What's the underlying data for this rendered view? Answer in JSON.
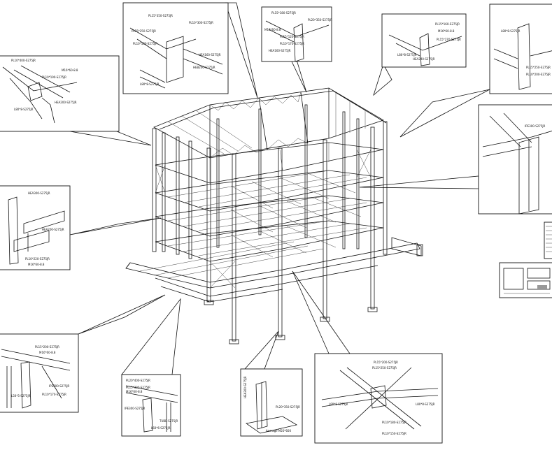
{
  "drawing": {
    "details": [
      {
        "id": "d1",
        "labels": [
          "PL10*400-S275JR",
          "PL10*190-S275JR",
          "M16*60-8.8",
          "HEA200-S275JR",
          "L80*8-S275JR"
        ]
      },
      {
        "id": "d2",
        "labels": [
          "PL15*350-S275JR",
          "PL10*300-S275JR",
          "PL15*250-S275JR",
          "PL10*180-S275JR",
          "HEB200-S275JR",
          "L80*8-S275JR",
          "HEA160-S275JR"
        ]
      },
      {
        "id": "d3",
        "labels": [
          "PL15*180-S275JR",
          "M16*60-8.8",
          "PL15*120-S275JR",
          "PL10*170-S275JR",
          "HEA160-S275JR",
          "PL20*350-S275JR"
        ]
      },
      {
        "id": "d4",
        "labels": [
          "PL15*160-S275JR",
          "M16*60-8.8",
          "PL15*270-S275JR",
          "HEA240-S275JR",
          "L80*8-S275JR"
        ]
      },
      {
        "id": "d5",
        "labels": [
          "L80*8-S275JR",
          "PL15*250-S275JR",
          "PL10*200-S275JR"
        ]
      },
      {
        "id": "d6",
        "labels": [
          "IPE300-S275JR"
        ]
      },
      {
        "id": "d7",
        "labels": [
          "HEA300-S275JR",
          "HEA200-S275JR",
          "PL10*220-S275JR",
          "M16*60-8.8"
        ]
      },
      {
        "id": "d8",
        "labels": [
          "PL15*200-S275JR",
          "M16*60-8.8",
          "IPE200-S275JR",
          "PL10*170-S275JR",
          "L50*5-S275JR"
        ]
      },
      {
        "id": "d9",
        "labels": [
          "PL20*400-S275JR",
          "PL15*300-S275JR",
          "M16*60-8.8",
          "IPE300-S275JR",
          "L60*6-S275JR",
          "TUBE-S275JR"
        ]
      },
      {
        "id": "d10",
        "labels": [
          "HEA300-S275JR",
          "PL20*350-S275JR",
          "Ancrage M20*600"
        ]
      },
      {
        "id": "d11",
        "labels": [
          "PL15*200-S275JR",
          "PL15*250-S275JR",
          "L80*8-S275JR",
          "L80*8-S275JR",
          "PL10*180-S275JR",
          "PL10*150-S275JR"
        ]
      }
    ]
  }
}
